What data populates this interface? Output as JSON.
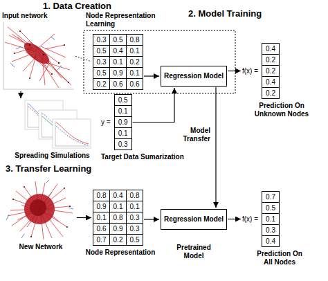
{
  "diagram": {
    "nodes": [
      {
        "text": [
          "Input network"
        ]
      },
      {
        "text": [
          "Node Representation Learning",
          "0.3",
          "0.5",
          "0.8",
          "0.5",
          "0.4",
          "0.1",
          "0.3",
          "0.1",
          "0.2",
          "0.5",
          "0.9",
          "0.1",
          "0.2",
          "0.6",
          "0.6"
        ]
      },
      {
        "text": [
          "Regression Model"
        ]
      },
      {
        "text": [
          "f(x) =",
          "0.4",
          "0.2",
          "0.2",
          "0.4",
          "0.2",
          "Prediction On Unknown Nodes"
        ]
      },
      {
        "text": [
          "Spreading Simulations"
        ]
      },
      {
        "text": [
          "y =",
          "0.5",
          "0.1",
          "0.9",
          "0.1",
          "0.3",
          "Target Data Sumarization"
        ]
      },
      {
        "text": [
          "New Network"
        ]
      },
      {
        "text": [
          "0.8",
          "0.4",
          "0.8",
          "0.9",
          "0.1",
          "0.1",
          "0.1",
          "0.8",
          "0.3",
          "0.6",
          "0.9",
          "0.3",
          "0.7",
          "0.2",
          "0.5",
          "Node Representation"
        ]
      },
      {
        "text": [
          "Regression Model",
          "Pretrained Model"
        ]
      },
      {
        "text": [
          "f(x) =",
          "0.7",
          "0.5",
          "0.1",
          "0.3",
          "0.4",
          "Prediction On All Nodes"
        ]
      }
    ],
    "edges": [
      {
        "from": 0,
        "to": 4,
        "arrow": "to"
      },
      {
        "from": 0,
        "to": 1,
        "arrow": "none"
      },
      {
        "from": 1,
        "to": 2,
        "arrow": "to"
      },
      {
        "from": 5,
        "to": 2,
        "arrow": "to"
      },
      {
        "from": 2,
        "to": 3,
        "arrow": "to"
      },
      {
        "from": 2,
        "to": 8,
        "label": "Model Transfer",
        "arrow": "to"
      },
      {
        "from": 6,
        "to": 7,
        "arrow": "to"
      },
      {
        "from": 7,
        "to": 8,
        "arrow": "to"
      },
      {
        "from": 8,
        "to": 9,
        "arrow": "to"
      }
    ],
    "labels": [
      "1. Data Creation",
      "2. Model Training",
      "3. Transfer Learning"
    ]
  }
}
